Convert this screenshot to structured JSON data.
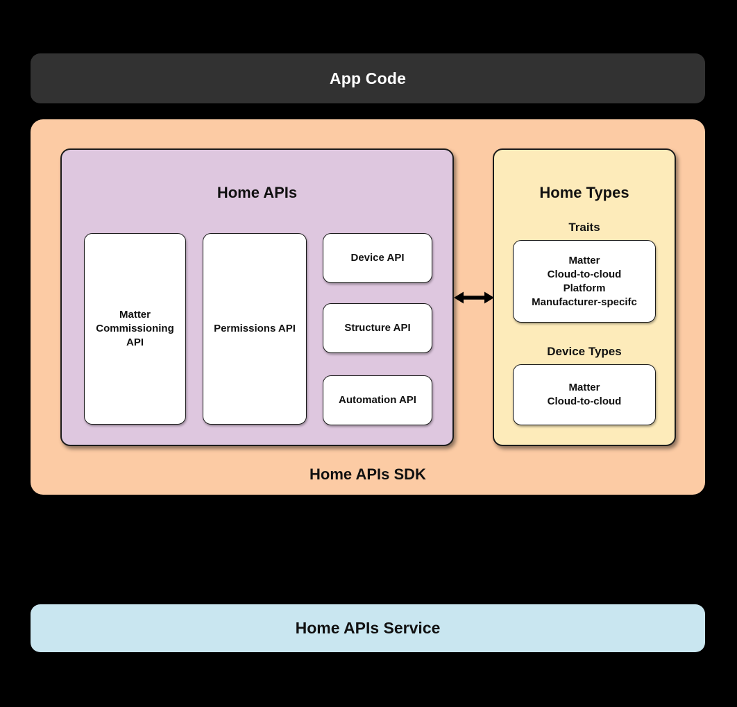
{
  "colors": {
    "bg": "#000000",
    "app-code-bg": "#323232",
    "sdk-bg": "#FCCBA4",
    "home-apis-bg": "#DEC7DF",
    "home-types-bg": "#FDEBBA",
    "service-bg": "#C9E6F0",
    "box-bg": "#FFFFFF",
    "arrow-color": "#000000",
    "text-dark": "#111111",
    "text-light": "#FFFFFF"
  },
  "app_code": {
    "label": "App Code"
  },
  "sdk": {
    "label": "Home APIs SDK",
    "home_apis": {
      "title": "Home APIs",
      "boxes": [
        "Matter Commissioning API",
        "Permissions API",
        "Device API",
        "Structure API",
        "Automation API"
      ]
    },
    "home_types": {
      "title": "Home Types",
      "traits": {
        "label": "Traits",
        "items": [
          "Matter",
          "Cloud-to-cloud",
          "Platform",
          "Manufacturer-specifc"
        ]
      },
      "device_types": {
        "label": "Device Types",
        "items": [
          "Matter",
          "Cloud-to-cloud"
        ]
      }
    }
  },
  "service": {
    "label": "Home APIs Service"
  }
}
